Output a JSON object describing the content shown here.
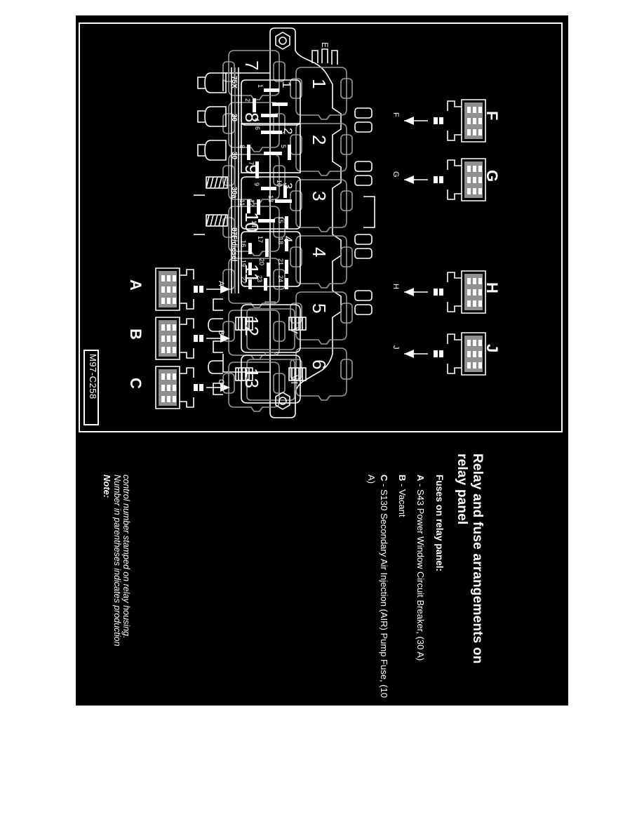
{
  "figure": {
    "id_label": "M97-C258",
    "frame": "relay-panel-diagram"
  },
  "document": {
    "title": "Relay and fuse arrangements on relay panel",
    "fuses_heading": "Fuses on relay panel:",
    "items": [
      {
        "key": "A",
        "sep": "-",
        "text": "S43 Power Window Circuit Breaker, (30 A)"
      },
      {
        "key": "B",
        "sep": "-",
        "text": "Vacant"
      },
      {
        "key": "C",
        "sep": "-",
        "text": "S130 Secondary Air Injection (AIR) Pump Fuse, (10 A)"
      }
    ],
    "note": {
      "heading": "Note:",
      "line1": "Number in parentheses indicates production",
      "line2": "control number stamped on relay housing."
    }
  },
  "diagram": {
    "relay_positions_left": [
      "7",
      "8",
      "9",
      "10",
      "11",
      "12",
      "13"
    ],
    "relay_positions_right": [
      "1",
      "2",
      "3",
      "4",
      "5",
      "6"
    ],
    "large_socket_labels": [
      "V",
      "VI"
    ],
    "terminal_labels_left": [
      "75X",
      "30",
      "30",
      "30a",
      "87F/diesel"
    ],
    "fuse_blocks": [
      {
        "title": "1",
        "slots": [
          "1",
          "2",
          "3",
          "4"
        ]
      },
      {
        "title": "2",
        "slots": [
          "5",
          "6",
          "7",
          "8"
        ]
      },
      {
        "title": "3",
        "slots": [
          "9",
          "10",
          "11",
          "12",
          "13",
          "14",
          "15"
        ]
      },
      {
        "title": "4",
        "slots": [
          "16",
          "17",
          "18",
          "19",
          "20",
          "21",
          "22",
          "23",
          "24"
        ]
      }
    ],
    "connectors_right": [
      {
        "label": "F",
        "callout": "F"
      },
      {
        "label": "G",
        "callout": "G"
      },
      {
        "label": "H",
        "callout": "H"
      },
      {
        "label": "J",
        "callout": "J"
      }
    ],
    "connectors_left": [
      {
        "label": "A",
        "callout": "A"
      },
      {
        "label": "B",
        "callout": "B"
      },
      {
        "label": "C",
        "callout": "C"
      }
    ],
    "terminal_tab_label": "E"
  },
  "colors": {
    "background": "#000000",
    "line": "#ffffff",
    "line_secondary": "#9a9a9a",
    "page": "#ffffff"
  }
}
